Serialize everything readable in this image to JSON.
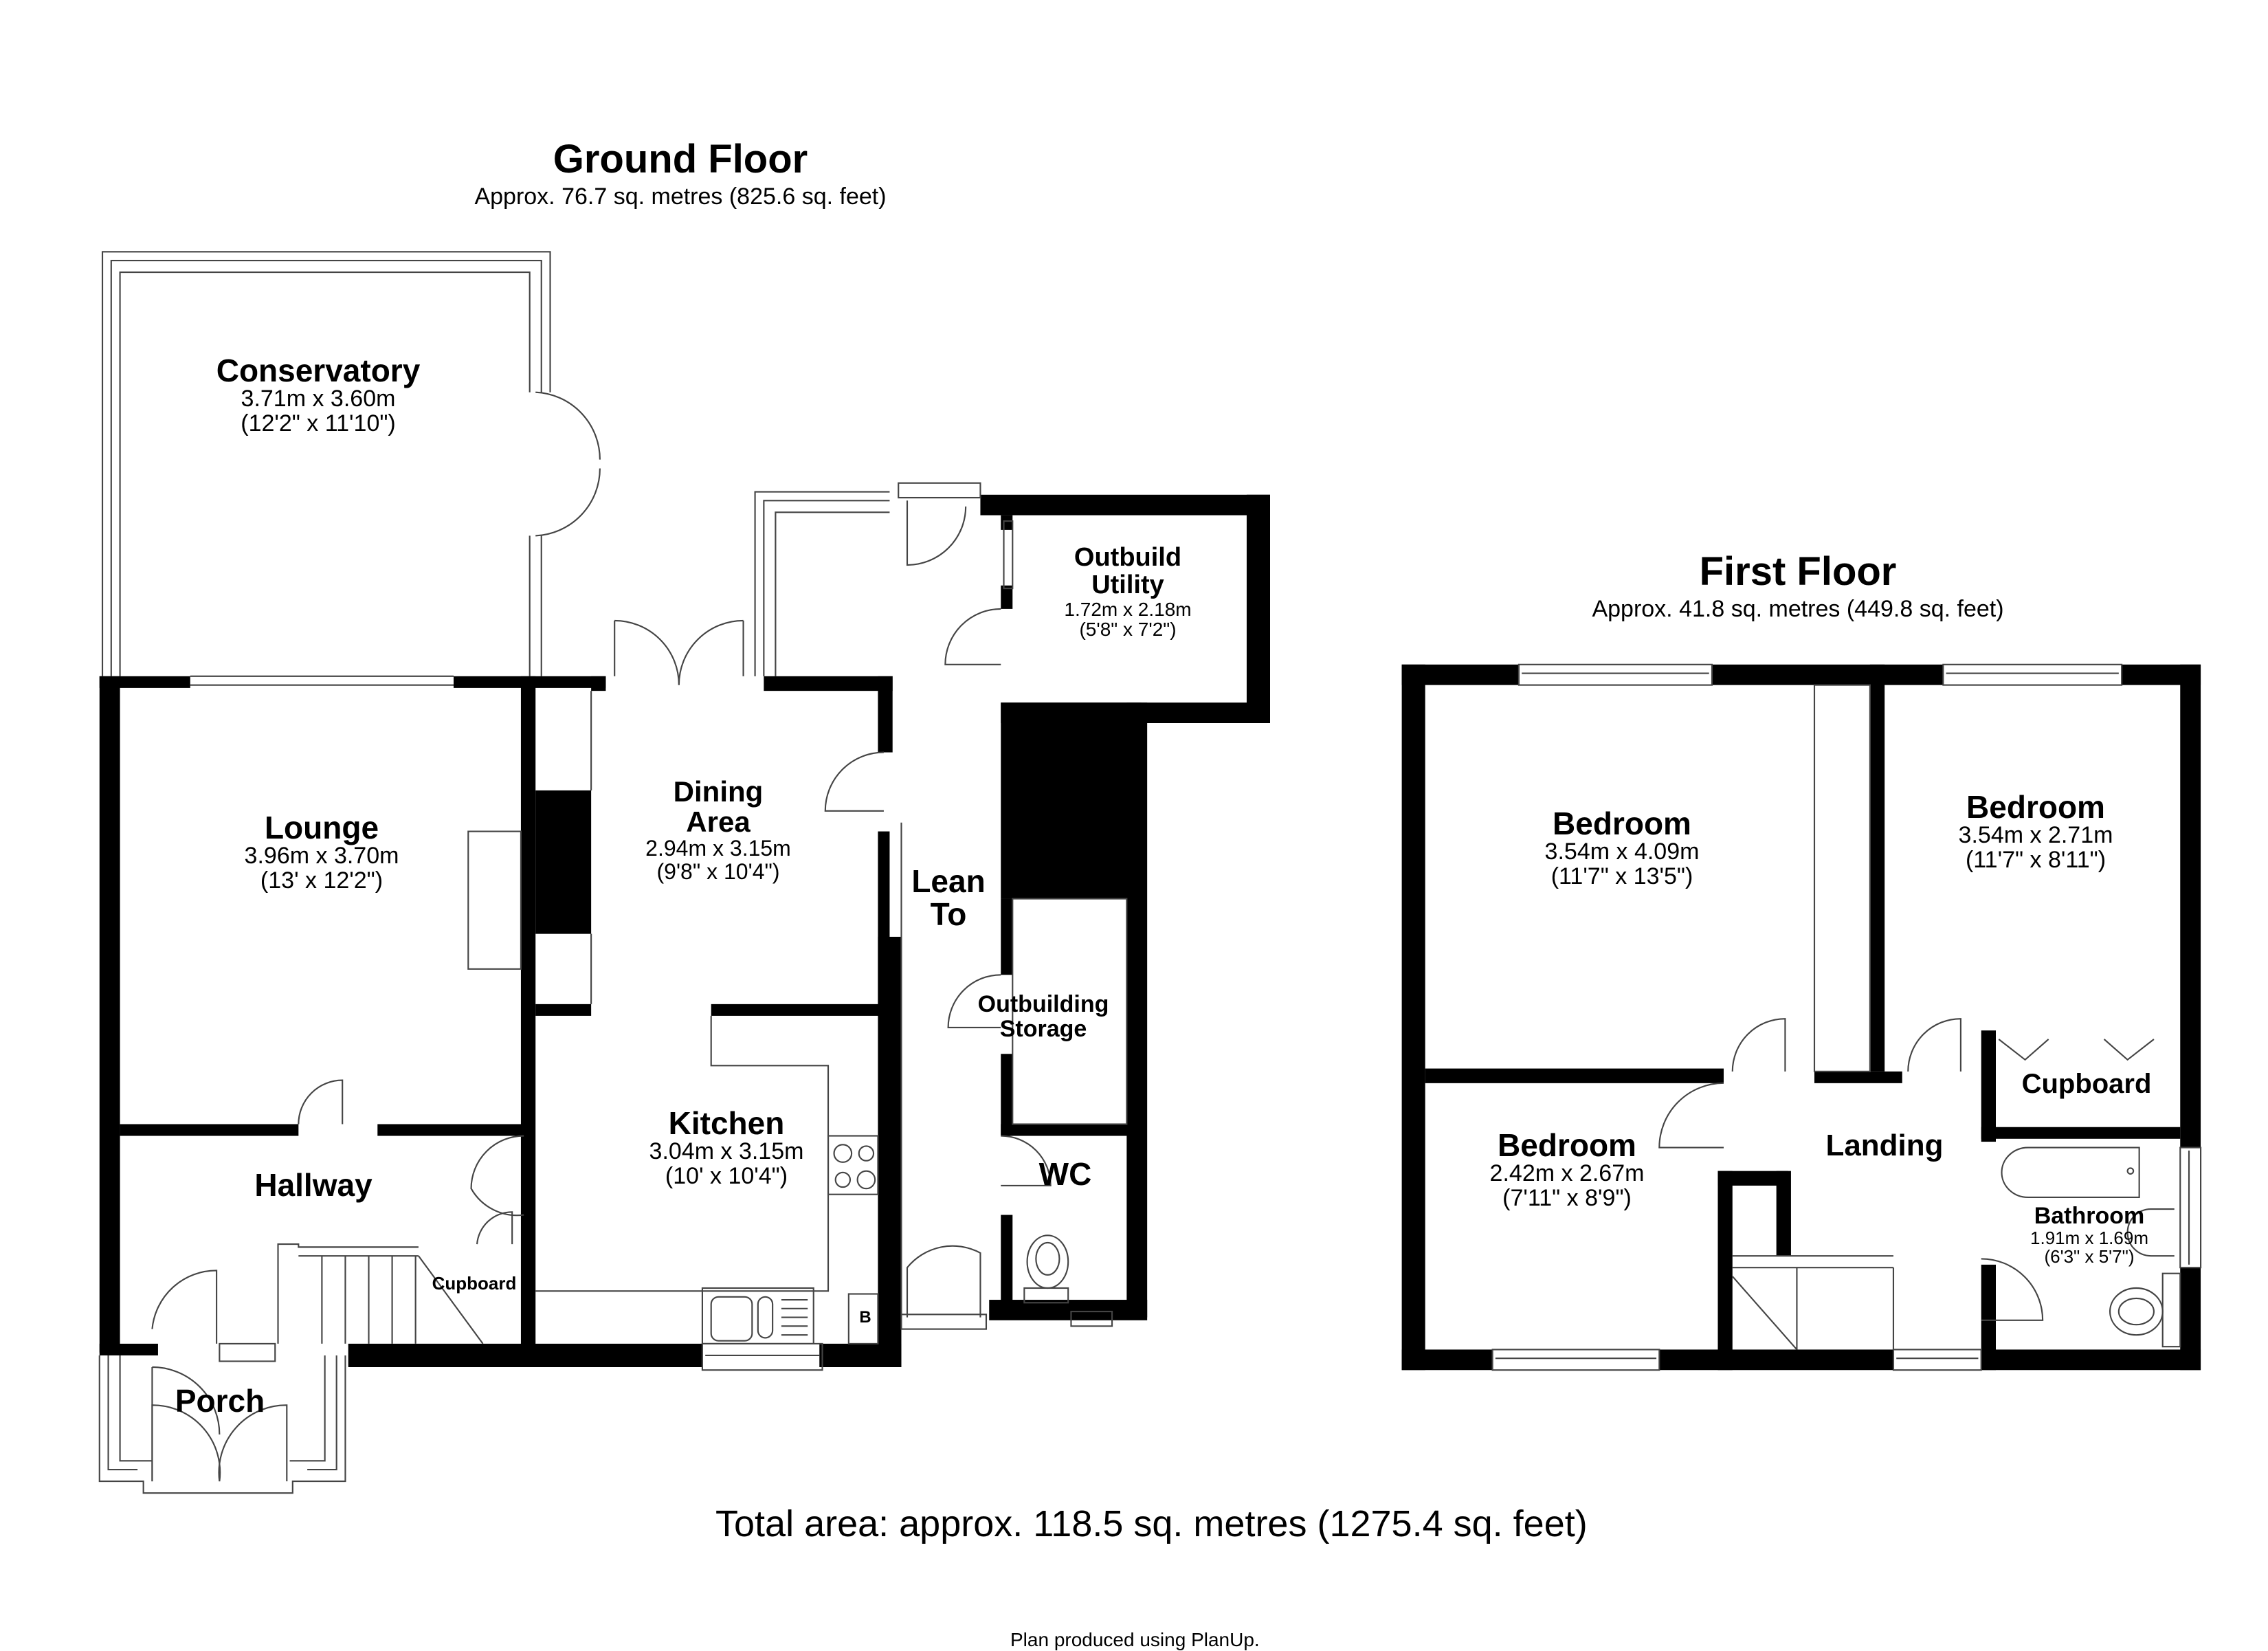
{
  "ground_floor": {
    "title": "Ground Floor",
    "area": "Approx. 76.7 sq. metres (825.6 sq. feet)",
    "rooms": [
      {
        "name": "Conservatory",
        "metric": "3.71m x 3.60m",
        "imperial": "(12'2\" x 11'10\")"
      },
      {
        "name": "Lounge",
        "metric": "3.96m x 3.70m",
        "imperial": "(13' x 12'2\")"
      },
      {
        "name": "Dining Area",
        "name_line1": "Dining",
        "name_line2": "Area",
        "metric": "2.94m x 3.15m",
        "imperial": "(9'8\" x 10'4\")"
      },
      {
        "name": "Kitchen",
        "metric": "3.04m x 3.15m",
        "imperial": "(10' x 10'4\")"
      },
      {
        "name": "Outbuild Utility",
        "name_line1": "Outbuild",
        "name_line2": "Utility",
        "metric": "1.72m x 2.18m",
        "imperial": "(5'8\" x 7'2\")"
      },
      {
        "name": "Lean To",
        "name_line1": "Lean",
        "name_line2": "To"
      },
      {
        "name": "Outbuilding Storage",
        "name_line1": "Outbuilding",
        "name_line2": "Storage"
      },
      {
        "name": "WC"
      },
      {
        "name": "Hallway"
      },
      {
        "name": "Cupboard"
      },
      {
        "name": "Porch"
      }
    ],
    "fixtures": {
      "boiler_label": "B"
    }
  },
  "first_floor": {
    "title": "First Floor",
    "area": "Approx. 41.8 sq. metres (449.8 sq. feet)",
    "rooms": [
      {
        "name": "Bedroom",
        "metric": "3.54m x 4.09m",
        "imperial": "(11'7\" x 13'5\")"
      },
      {
        "name": "Bedroom",
        "metric": "3.54m x 2.71m",
        "imperial": "(11'7\" x 8'11\")"
      },
      {
        "name": "Bedroom",
        "metric": "2.42m x 2.67m",
        "imperial": "(7'11\" x 8'9\")"
      },
      {
        "name": "Cupboard"
      },
      {
        "name": "Landing"
      },
      {
        "name": "Bathroom",
        "metric": "1.91m x 1.69m",
        "imperial": "(6'3\" x 5'7\")"
      }
    ]
  },
  "footer": {
    "total_area": "Total area: approx. 118.5 sq. metres (1275.4 sq. feet)",
    "credit": "Plan produced using PlanUp."
  },
  "colors": {
    "wall": "#000000",
    "line": "#555555",
    "background": "#ffffff"
  }
}
